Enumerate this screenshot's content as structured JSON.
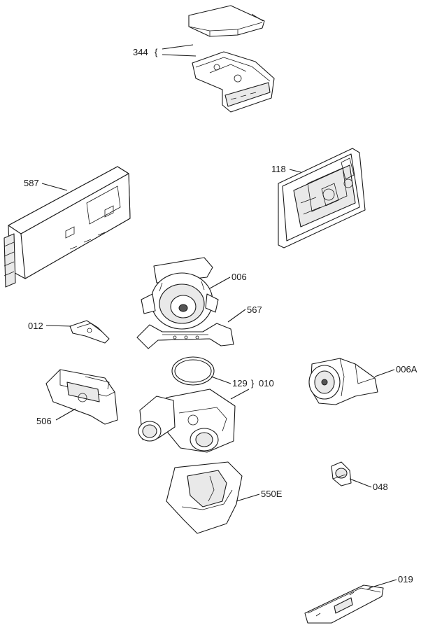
{
  "parts": [
    {
      "key": "p344",
      "label": "344",
      "brace": "{"
    },
    {
      "key": "p118",
      "label": "118"
    },
    {
      "key": "p587",
      "label": "587"
    },
    {
      "key": "p006",
      "label": "006"
    },
    {
      "key": "p567",
      "label": "567"
    },
    {
      "key": "p012",
      "label": "012"
    },
    {
      "key": "p506",
      "label": "506"
    },
    {
      "key": "p129",
      "label": "129"
    },
    {
      "key": "p010",
      "label": "010",
      "brace": "}"
    },
    {
      "key": "p006A",
      "label": "006A"
    },
    {
      "key": "p048",
      "label": "048"
    },
    {
      "key": "p550E",
      "label": "550E"
    },
    {
      "key": "p019",
      "label": "019"
    }
  ]
}
